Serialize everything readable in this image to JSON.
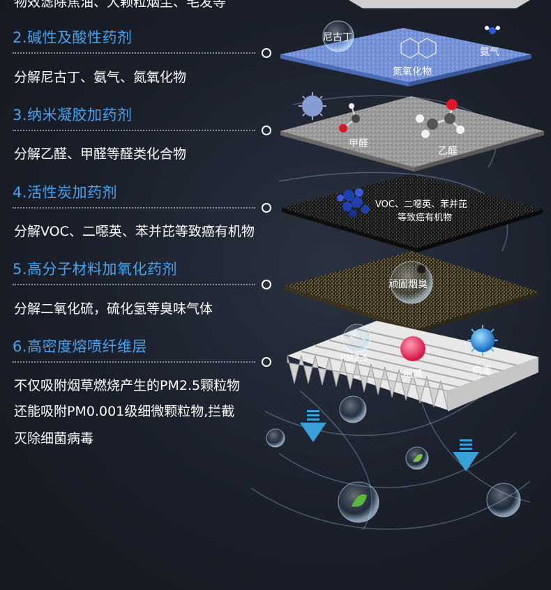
{
  "top_text": "物效滤除焦油、大颗粒烟尘、毛发等",
  "sections": [
    {
      "heading": "2.碱性及酸性药剂",
      "desc": [
        "分解尼古丁、氨气、氮氧化物"
      ]
    },
    {
      "heading": "3.纳米凝胶加药剂",
      "desc": [
        "分解乙醛、甲醛等醛类化合物"
      ]
    },
    {
      "heading": "4.活性炭加药剂",
      "desc": [
        "分解VOC、二噁英、苯并芘等致癌有机物"
      ]
    },
    {
      "heading": "5.高分子材料加氧化药剂",
      "desc": [
        "分解二氧化硫，硫化氢等臭味气体"
      ]
    },
    {
      "heading": "6.高密度熔喷纤维层",
      "desc": [
        "不仅吸附烟草燃烧产生的PM2.5颗粒物",
        "还能吸附PM0.001级细微颗粒物,拦截",
        "灭除细菌病毒"
      ]
    }
  ],
  "layer_labels": {
    "nicotine": "尼古丁",
    "ammonia": "氨气",
    "nox": "氮氧化物",
    "formaldehyde": "甲醛",
    "acetaldehyde": "乙醛",
    "voc_line1": "VOC、二噁英、苯并芘",
    "voc_line2": "等致癌有机物",
    "odor": "顽固烟臭",
    "pm25": "PM2.5",
    "bacteria": "细菌",
    "virus": "病毒"
  },
  "colors": {
    "heading": "#4aa3f0",
    "layer1": "#6f8fd6",
    "layer2": "#9a9a9a",
    "layer3": "#1a1a1a",
    "layer4": "#7a6a3a",
    "arrow": "#3aa0d8"
  }
}
